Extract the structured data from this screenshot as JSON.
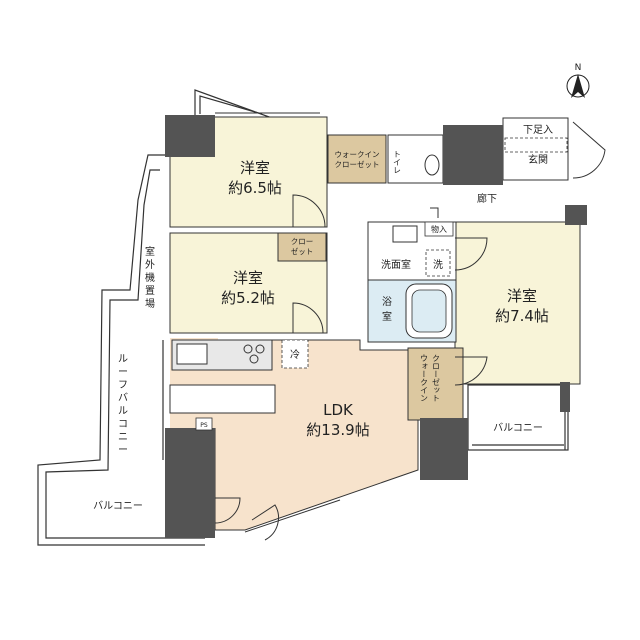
{
  "colors": {
    "room_fill": "#f8f4d8",
    "ldk_fill": "#f7e3cc",
    "closet_fill": "#dcc8a0",
    "bath_fill": "#dcecf3",
    "wall_fill": "#545454",
    "line": "#333333",
    "counter_fill": "#e8e8e8"
  },
  "icons": [
    "north-arrow-icon",
    "door-swing-icon",
    "toilet-icon",
    "bathtub-icon",
    "stove-icon",
    "sink-icon"
  ],
  "compass": {
    "label": "N"
  },
  "rooms": {
    "western1": {
      "name": "洋室",
      "size": "約6.5帖"
    },
    "western2": {
      "name": "洋室",
      "size": "約5.2帖"
    },
    "western3": {
      "name": "洋室",
      "size": "約7.4帖"
    },
    "ldk": {
      "name": "LDK",
      "size": "約13.9帖"
    },
    "wic1": {
      "line1": "ウォークイン",
      "line2": "クローゼット"
    },
    "closet": {
      "line1": "クロー",
      "line2": "ゼット"
    },
    "toilet": "トイレ",
    "genkan": "玄関",
    "shoebox": "下足入",
    "hallway": "廊下",
    "storage": "物入",
    "washroom": "洗面室",
    "wash": "洗",
    "bath": {
      "line1": "浴",
      "line2": "室"
    },
    "wic2": {
      "line1": "ウォークイン",
      "line2": "クローゼット"
    },
    "fridge": "冷",
    "ps": "PS",
    "outdoor_unit": [
      "室",
      "外",
      "機",
      "置",
      "場"
    ],
    "roof_balcony": [
      "ル",
      "ー",
      "フ",
      "バ",
      "ル",
      "コ",
      "ニ",
      "ー"
    ],
    "balcony_left": "バルコニー",
    "balcony_right": "バルコニー"
  }
}
